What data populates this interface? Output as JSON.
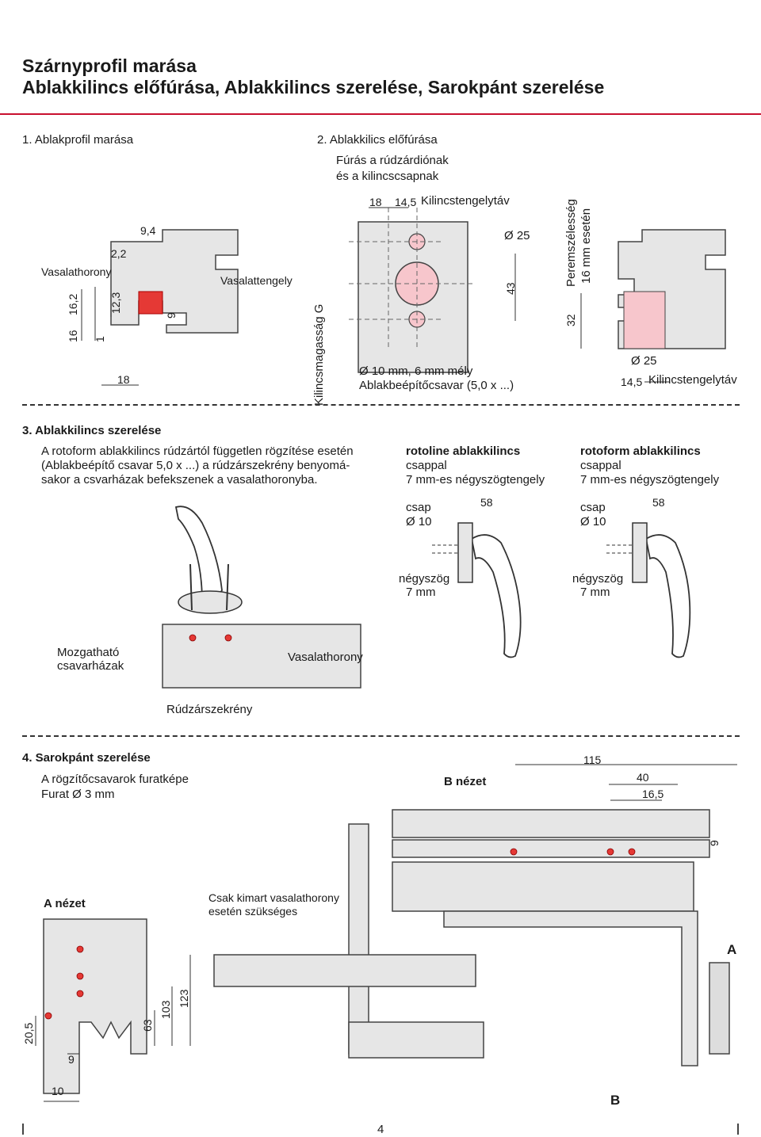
{
  "header": {
    "title_line1": "Szárnyprofil marása",
    "title_line2": "Ablakkilincs előfúrása, Ablakkilincs szerelése, Sarokpánt szerelése",
    "accent_color": "#c8102e"
  },
  "section1": {
    "heading": "1.  Ablakprofil marása",
    "labels": {
      "vasalathorony": "Vasalathorony",
      "vasalattengely": "Vasalattengely",
      "d9_4": "9,4",
      "d2_2": "2,2",
      "d16": "16",
      "d16_2": "16,2",
      "d1": "1",
      "d12_3": "12,3",
      "d9": "9",
      "d18": "18"
    }
  },
  "section2": {
    "heading": "2.  Ablakkilics előfúrása",
    "sub1": "Fúrás a rúdzárdiónak",
    "sub2": "és a kilincscsapnak",
    "labels": {
      "d18": "18",
      "d14_5": "14,5",
      "kilincstengelytav": "Kilincstengelytáv",
      "o25": "Ø 25",
      "d43": "43",
      "kilincsmagassag": "Kilincsmagasság G",
      "note1": "Ø 10 mm, 6 mm mély",
      "note2": "Ablakbeépítőcsavar (5,0 x ...)",
      "peremszelesseg": "Peremszélesség",
      "perem16": "16 mm esetén",
      "d32": "32",
      "o25b": "Ø 25",
      "d14_5b": "14,5",
      "kilincstengelytav_b": "Kilincstengelytáv"
    }
  },
  "section3": {
    "heading": "3.  Ablakkilincs szerelése",
    "para1": "A rotoform ablakkilincs rúdzártól független rögzítése esetén",
    "para2": "(Ablakbeépítő csavar 5,0 x ...) a rúdzárszekrény benyomá-",
    "para3": "sakor a csvarházak befekszenek a vasalathoronyba.",
    "mozgathato1": "Mozgatható",
    "mozgathato2": "csavarházak",
    "vasalathorony": "Vasalathorony",
    "rudzarszekreny": "Rúdzárszekrény",
    "rotoline": {
      "title": "rotoline ablakkilincs",
      "sub1": "csappal",
      "sub2": "7 mm-es négyszögtengely",
      "csap": "csap",
      "o10": "Ø 10",
      "d58": "58",
      "negyszog": "négyszög",
      "mm7": "7 mm"
    },
    "rotoform": {
      "title": "rotoform ablakkilincs",
      "sub1": "csappal",
      "sub2": "7 mm-es négyszögtengely",
      "csap": "csap",
      "o10": "Ø 10",
      "d58": "58",
      "negyszog": "négyszög",
      "mm7": "7 mm"
    }
  },
  "section4": {
    "heading": "4.  Sarokpánt szerelése",
    "sub1": "A rögzítőcsavarok furatképe",
    "sub2": "Furat Ø 3 mm",
    "a_nezet": "A nézet",
    "b_nezet": "B nézet",
    "csak1": "Csak kimart vasalathorony",
    "csak2": "esetén szükséges",
    "d115": "115",
    "d40": "40",
    "d16_5": "16,5",
    "d9": "9",
    "letter_a": "A",
    "letter_b": "B",
    "d20_5": "20,5",
    "d63": "63",
    "d103": "103",
    "d123": "123",
    "d9b": "9",
    "d10": "10"
  },
  "footer": {
    "page_number": "4"
  }
}
